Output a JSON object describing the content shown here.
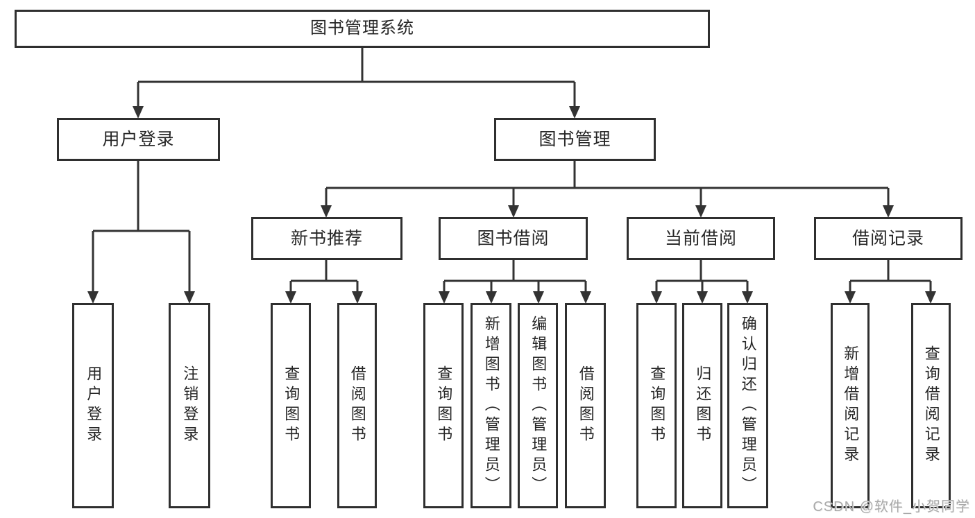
{
  "diagram": {
    "root": {
      "label": "图书管理系统"
    },
    "branches": [
      {
        "label": "用户登录",
        "children": [
          {
            "label": "用户登录"
          },
          {
            "label": "注销登录"
          }
        ]
      },
      {
        "label": "图书管理",
        "groups": [
          {
            "label": "新书推荐",
            "children": [
              {
                "label": "查询图书"
              },
              {
                "label": "借阅图书"
              }
            ]
          },
          {
            "label": "图书借阅",
            "children": [
              {
                "label": "查询图书"
              },
              {
                "label": "新增图书（管理员）"
              },
              {
                "label": "编辑图书（管理员）"
              },
              {
                "label": "借阅图书"
              }
            ]
          },
          {
            "label": "当前借阅",
            "children": [
              {
                "label": "查询图书"
              },
              {
                "label": "归还图书"
              },
              {
                "label": "确认归还（管理员）"
              }
            ]
          },
          {
            "label": "借阅记录",
            "children": [
              {
                "label": "新增借阅记录"
              },
              {
                "label": "查询借阅记录"
              }
            ]
          }
        ]
      }
    ]
  },
  "watermark": {
    "text": "CSDN @软件_小贺同学"
  },
  "colors": {
    "line": "#333333",
    "box_border": "#2f2f2f",
    "text": "#262626",
    "watermark": "#a9a9a9",
    "background": "#ffffff"
  }
}
